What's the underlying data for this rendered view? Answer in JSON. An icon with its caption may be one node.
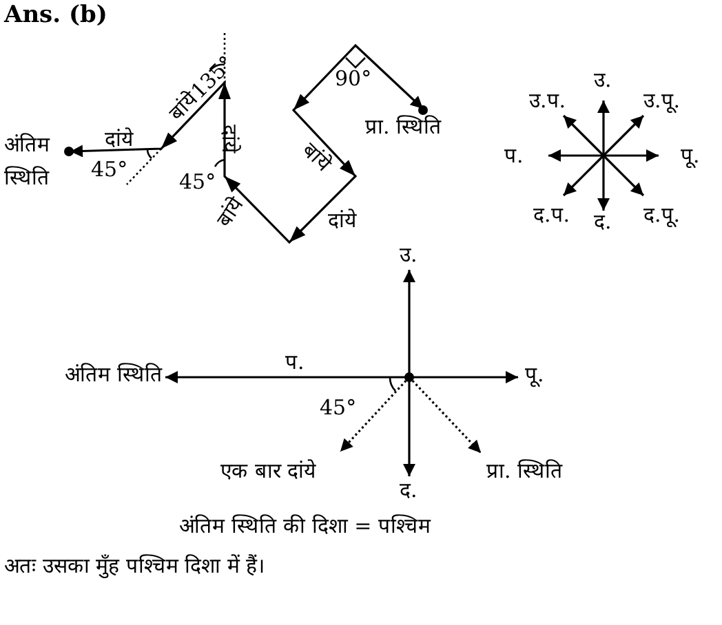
{
  "diagram": {
    "title": "Ans. (b)",
    "nodes": [
      {
        "text": [
          "अंतिम स्थिति"
        ]
      },
      {
        "text": [
          "प्रा. स्थिति"
        ]
      },
      {
        "text": [
          "अंतिम स्थिति"
        ]
      },
      {
        "text": [
          "एक बार दांये"
        ]
      },
      {
        "text": [
          "प्रा. स्थिति"
        ]
      }
    ],
    "edges": [
      {
        "from": 1,
        "to": 0,
        "arrow": "both"
      },
      {
        "from": null,
        "to": 2,
        "arrow": "to"
      },
      {
        "from": null,
        "to": 3,
        "arrow": "to",
        "style": "dashed"
      },
      {
        "from": null,
        "to": 4,
        "arrow": "to",
        "style": "dashed"
      }
    ],
    "labels": [
      "बांये",
      "135°",
      "90°",
      "दांये",
      "45°",
      "45°",
      "दांये",
      "बांये",
      "बांये",
      "दांये",
      "उ.",
      "उ.प.",
      "उ.पू.",
      "प.",
      "पू.",
      "द.प.",
      "द.",
      "द.पू.",
      "उ.",
      "प.",
      "पू.",
      "45°",
      "द.",
      "अंतिम स्थिति की दिशा = पश्चिम",
      "अतः उसका मुँह पश्चिम दिशा में हैं।"
    ]
  }
}
